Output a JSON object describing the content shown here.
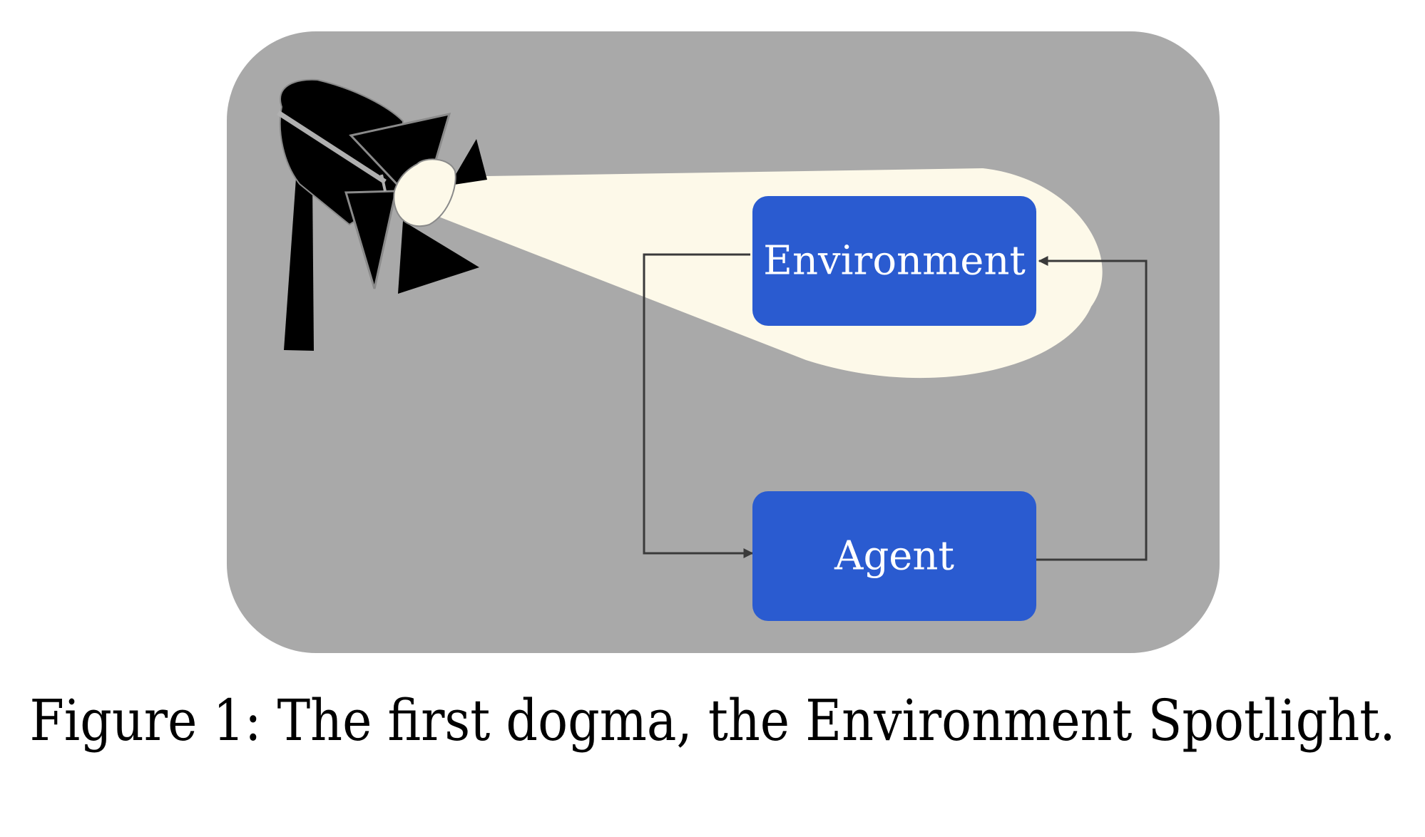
{
  "diagram": {
    "nodes": [
      {
        "id": "environment",
        "label": "Environment"
      },
      {
        "id": "agent",
        "label": "Agent"
      }
    ],
    "edges": [
      {
        "from": "environment",
        "to": "agent"
      },
      {
        "from": "agent",
        "to": "environment"
      }
    ],
    "spotlight_target": "environment",
    "icons": [
      "spotlight-icon"
    ]
  },
  "caption": "Figure 1: The first dogma, the Environment Spotlight.",
  "colors": {
    "background_panel": "#a9a9a9",
    "node_fill": "#2a5bd0",
    "node_text": "#ffffff",
    "spotlight_beam": "#fdf9e9",
    "lamp": "#000000",
    "connector": "#3a3a3a"
  }
}
